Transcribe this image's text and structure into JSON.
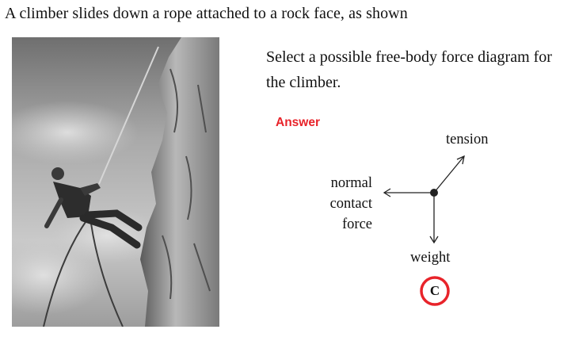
{
  "heading": "A climber slides down a rope attached to a rock face, as shown",
  "question": "Select a possible free-body force diagram for the climber.",
  "answer_label": "Answer",
  "forces": {
    "tension": "tension",
    "normal_contact": [
      "normal",
      "contact",
      "force"
    ],
    "weight": "weight"
  },
  "answer_choice": "C",
  "colors": {
    "answer_red": "#e8232a"
  }
}
